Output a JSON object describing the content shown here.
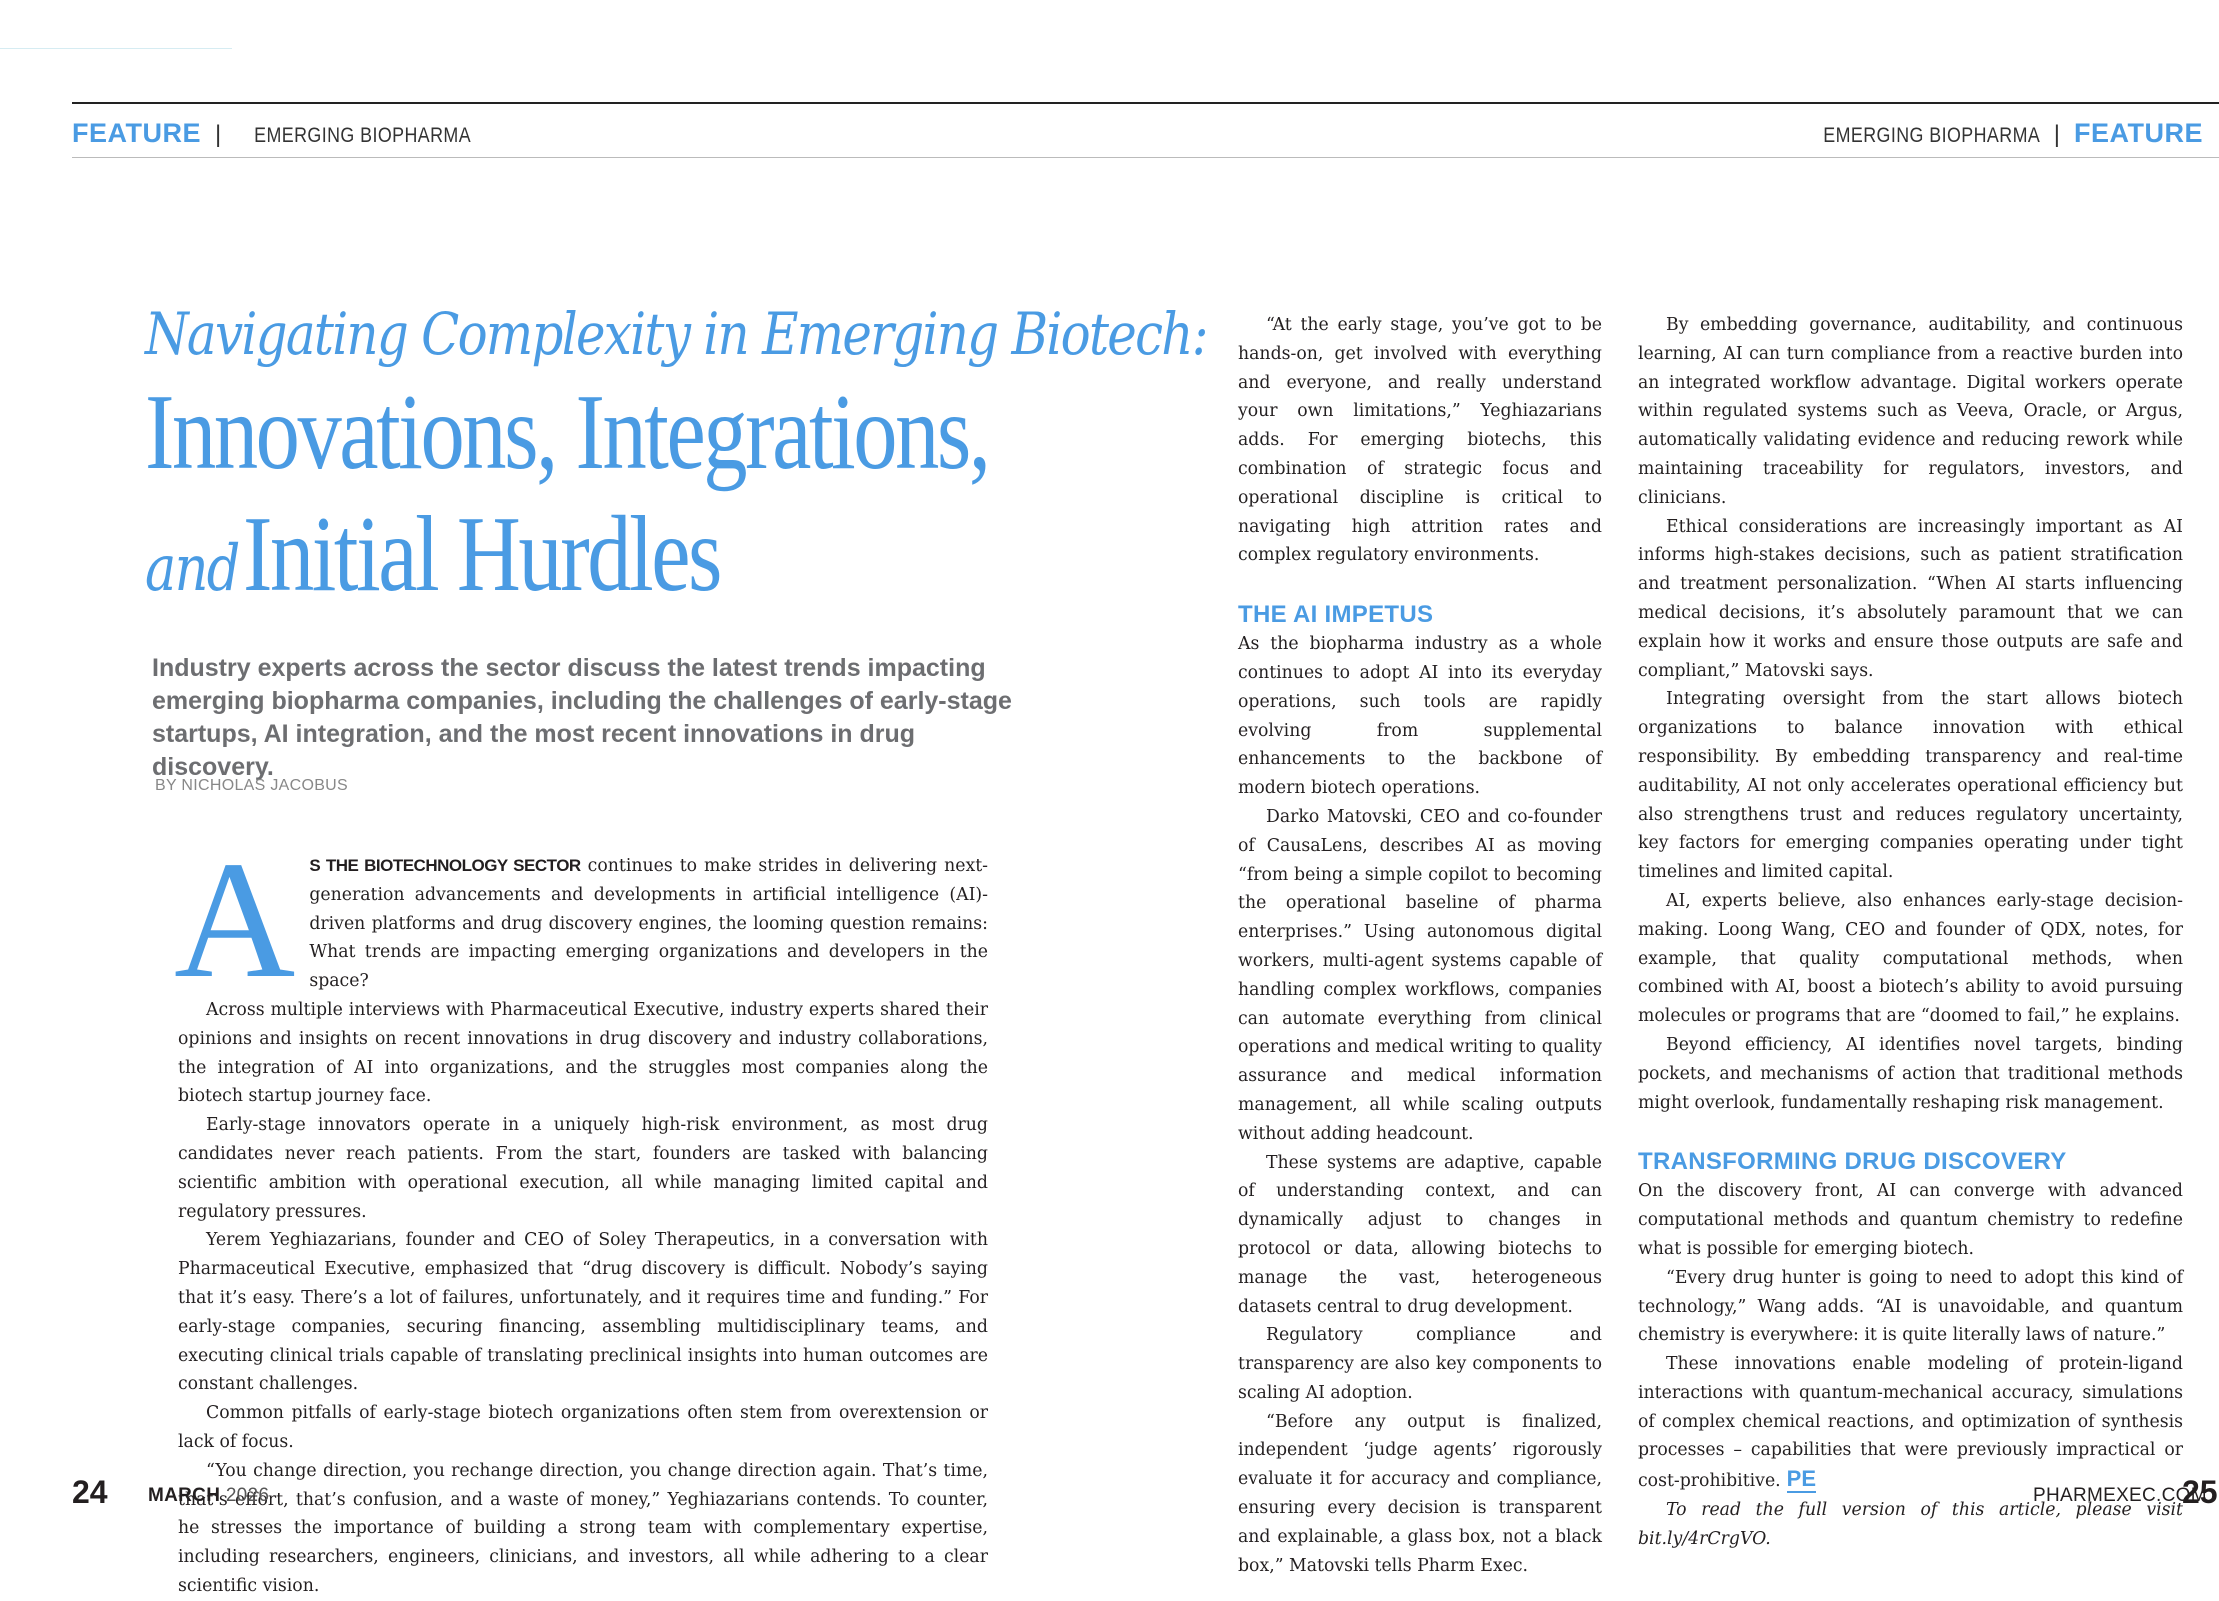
{
  "header": {
    "left_feature": "FEATURE",
    "left_section": "EMERGING BIOPHARMA",
    "right_section": "EMERGING BIOPHARMA",
    "right_feature": "FEATURE",
    "separator": "|"
  },
  "article": {
    "title_line1": "Navigating Complexity in Emerging Biotech:",
    "title_line2": "Innovations, Integrations,",
    "title_line3_italic": "and",
    "title_line3": "Initial Hurdles",
    "deck": "Industry experts across the sector discuss the latest trends impacting emerging biopharma companies, including the challenges of early-stage startups, AI integration, and the most recent innovations in drug discovery.",
    "byline": "BY NICHOLAS JACOBUS",
    "dropcap": "A",
    "leadin": "S THE BIOTECHNOLOGY SECTOR",
    "col1": [
      " continues to make strides in delivering next-generation advancements and developments in artificial intelligence (AI)-driven platforms and drug discovery engines, the looming question remains: What trends are impacting emerging organizations and developers in the space?",
      "Across multiple interviews with Pharmaceutical Executive, industry experts shared their opinions and insights on recent innovations in drug discovery and industry collaborations, the integration of AI into organizations, and the struggles most companies along the biotech startup journey face.",
      "Early-stage innovators operate in a uniquely high-risk environment, as most drug candidates never reach patients. From the start, founders are tasked with balancing scientific ambition with operational execution, all while managing limited capital and regulatory pressures.",
      "Yerem Yeghiazarians, founder and CEO of Soley Therapeutics, in a conversation with Pharmaceutical Executive, emphasized that “drug discovery is difficult. Nobody’s saying that it’s easy. There’s a lot of failures, unfortunately, and it requires time and funding.” For early-stage companies, securing financing, assembling multidisciplinary teams, and executing clinical trials capable of translating preclinical insights into human outcomes are constant challenges.",
      "Common pitfalls of early-stage biotech organizations often stem from overextension or lack of focus.",
      "“You change direction, you rechange direction, you change direction again. That’s time, that’s effort, that’s confusion, and a waste of money,” Yeghiazarians contends. To counter, he stresses the importance of building a strong team with complementary expertise, including researchers, engineers, clinicians, and investors, all while adhering to a clear scientific vision."
    ],
    "col2_intro": "“At the early stage, you’ve got to be hands-on, get involved with everything and everyone, and really understand your own limitations,” Yeghiazarians adds. For emerging biotechs, this combination of strategic focus and operational discipline is critical to navigating high attrition rates and complex regulatory environments.",
    "heading_ai": "THE AI IMPETUS",
    "col2_ai": [
      "As the biopharma industry as a whole continues to adopt AI into its everyday operations, such tools are rapidly evolving from supplemental enhancements to the backbone of modern biotech operations.",
      "Darko Matovski, CEO and co-founder of CausaLens, describes AI as moving “from being a simple copilot to becoming the operational baseline of pharma enterprises.” Using autonomous digital workers, multi-agent systems capable of handling complex workflows, companies can automate everything from clinical operations and medical writing to quality assurance and medical information management, all while scaling outputs without adding headcount.",
      "These systems are adaptive, capable of understanding context, and can dynamically adjust to changes in protocol or data, allowing biotechs to manage the vast, heterogeneous datasets central to drug development.",
      "Regulatory compliance and transparency are also key components to scaling AI adoption.",
      "“Before any output is finalized, independent ‘judge agents’ rigorously evaluate it for accuracy and compliance, ensuring every decision is transparent and explainable, a glass box, not a black box,” Matovski tells Pharm Exec."
    ],
    "col3": [
      "By embedding governance, auditability, and continuous learning, AI can turn compliance from a reactive burden into an integrated workflow advantage. Digital workers operate within regulated systems such as Veeva, Oracle, or Argus, automatically validating evidence and reducing rework while maintaining traceability for regulators, investors, and clinicians.",
      "Ethical considerations are increasingly important as AI informs high-stakes decisions, such as patient stratification and treatment personalization. “When AI starts influencing medical decisions, it’s absolutely paramount that we can explain how it works and ensure those outputs are safe and compliant,” Matovski says.",
      "Integrating oversight from the start allows biotech organizations to balance innovation with ethical responsibility. By embedding transparency and real-time auditability, AI not only accelerates operational efficiency but also strengthens trust and reduces regulatory uncertainty, key factors for emerging companies operating under tight timelines and limited capital.",
      "AI, experts believe, also enhances early-stage decision-making. Loong Wang, CEO and founder of QDX, notes, for example, that quality computational methods, when combined with AI, boost a biotech’s ability to avoid pursuing molecules or programs that are “doomed to fail,” he explains.",
      "Beyond efficiency, AI identifies novel targets, binding pockets, and mechanisms of action that traditional methods might overlook, fundamentally reshaping risk management."
    ],
    "heading_drug": "TRANSFORMING DRUG DISCOVERY",
    "col3_drug": [
      "On the discovery front, AI can converge with advanced computational methods and quantum chemistry to redefine what is possible for emerging biotech.",
      "“Every drug hunter is going to need to adopt this kind of technology,” Wang adds. “AI is unavoidable, and quantum chemistry is everywhere: it is quite literally laws of nature.”",
      "These innovations enable modeling of protein-ligand interactions with quantum-mechanical accuracy, simulations of complex chemical reactions, and optimization of synthesis processes – capabilities that were previously impractical or cost-prohibitive."
    ],
    "end_mark": "PE",
    "note": "To read the full version of this article, please visit bit.ly/4rCrgVO."
  },
  "footer": {
    "left_page": "24",
    "month": "MARCH",
    "year": "2026",
    "website": "PHARMEXEC.COM",
    "right_page": "25"
  },
  "colors": {
    "accent": "#4a9be3",
    "text": "#231f20",
    "deck": "#6d6e71"
  }
}
